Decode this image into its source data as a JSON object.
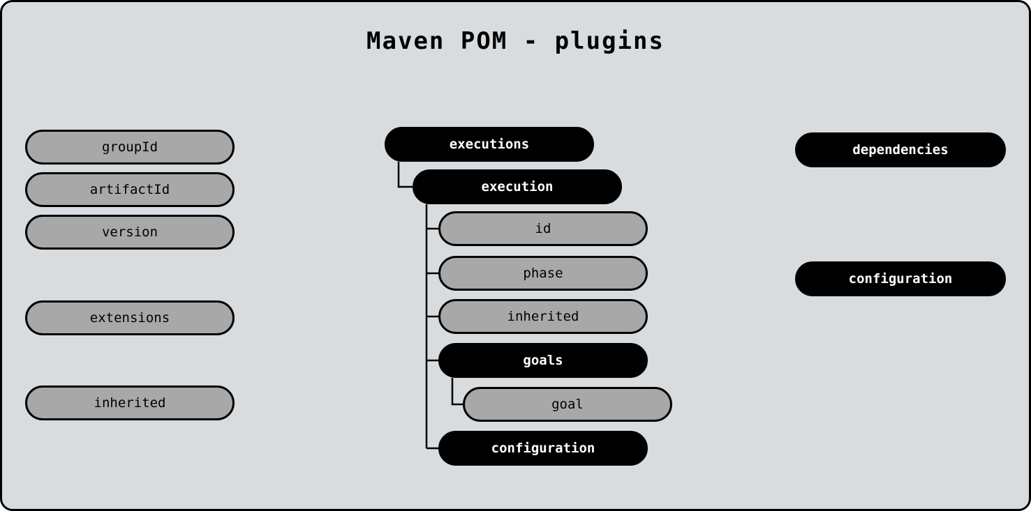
{
  "title": "Maven POM - plugins",
  "colors": {
    "background": "#d8dcdf",
    "node_gray": "#a8a8a8",
    "node_black": "#000000",
    "node_text_dark": "#000000",
    "node_text_light": "#ffffff"
  },
  "left": [
    {
      "label": "groupId"
    },
    {
      "label": "artifactId"
    },
    {
      "label": "version"
    },
    {
      "label": "extensions"
    },
    {
      "label": "inherited"
    }
  ],
  "center": {
    "executions": {
      "label": "executions"
    },
    "execution": {
      "label": "execution"
    },
    "children": [
      {
        "label": "id"
      },
      {
        "label": "phase"
      },
      {
        "label": "inherited"
      },
      {
        "label": "goals"
      },
      {
        "label": "goal"
      },
      {
        "label": "configuration"
      }
    ]
  },
  "right": [
    {
      "label": "dependencies"
    },
    {
      "label": "configuration"
    }
  ]
}
